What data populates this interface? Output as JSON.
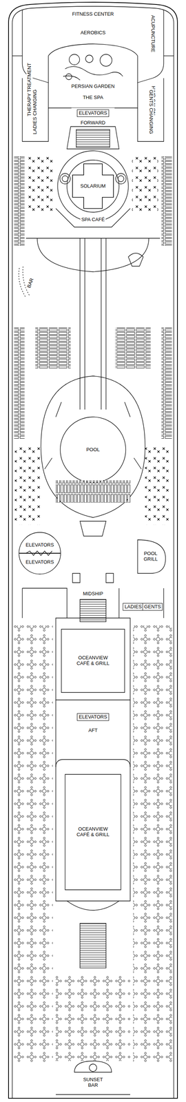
{
  "diagram": {
    "nodes": [
      {
        "text": [
          "FITNESS CENTER"
        ]
      },
      {
        "text": [
          "AEROBICS"
        ]
      },
      {
        "text": [
          "ACUPUNCTURE"
        ]
      },
      {
        "text": [
          "THERAPY TREATMENT"
        ]
      },
      {
        "text": [
          "PERSIAN GARDEN"
        ]
      },
      {
        "text": [
          "THE SPA"
        ]
      },
      {
        "text": [
          "HAIR SALON"
        ]
      },
      {
        "text": [
          "ELEVATORS"
        ]
      },
      {
        "text": [
          "LADIES CHANGING"
        ]
      },
      {
        "text": [
          "GENTS CHANGING"
        ]
      },
      {
        "text": [
          "SOLARIUM"
        ]
      },
      {
        "text": [
          "SPA CAFÉ"
        ]
      },
      {
        "text": [
          "BAR"
        ]
      },
      {
        "text": [
          "POOL"
        ]
      },
      {
        "text": [
          "ELEVATORS"
        ]
      },
      {
        "text": [
          "ELEVATORS"
        ]
      },
      {
        "text": [
          "POOL GRILL"
        ]
      },
      {
        "text": [
          "LADIES"
        ]
      },
      {
        "text": [
          "GENTS"
        ]
      },
      {
        "text": [
          "OCEANVIEW CAFÉ & GRILL"
        ]
      },
      {
        "text": [
          "ELEVATORS"
        ]
      },
      {
        "text": [
          "OCEANVIEW CAFÉ & GRILL"
        ]
      },
      {
        "text": [
          "SUNSET BAR"
        ]
      }
    ],
    "edges": [],
    "labels": [
      "FORWARD",
      "MIDSHIP",
      "AFT"
    ]
  }
}
